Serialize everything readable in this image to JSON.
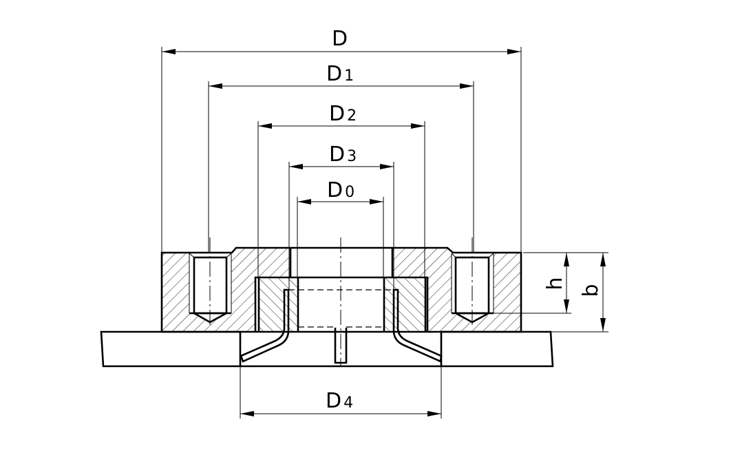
{
  "drawing": {
    "title": "Cross-section of flange with insert and spring clips",
    "dimensions": [
      {
        "id": "D",
        "letter": "D",
        "sub": ""
      },
      {
        "id": "D1",
        "letter": "D",
        "sub": "1"
      },
      {
        "id": "D2",
        "letter": "D",
        "sub": "2"
      },
      {
        "id": "D3",
        "letter": "D",
        "sub": "3"
      },
      {
        "id": "D0",
        "letter": "D",
        "sub": "0"
      },
      {
        "id": "D4",
        "letter": "D",
        "sub": "4"
      },
      {
        "id": "h",
        "letter": "h",
        "sub": ""
      },
      {
        "id": "b",
        "letter": "b",
        "sub": ""
      }
    ],
    "line_color": "#000000",
    "background": "#ffffff"
  }
}
